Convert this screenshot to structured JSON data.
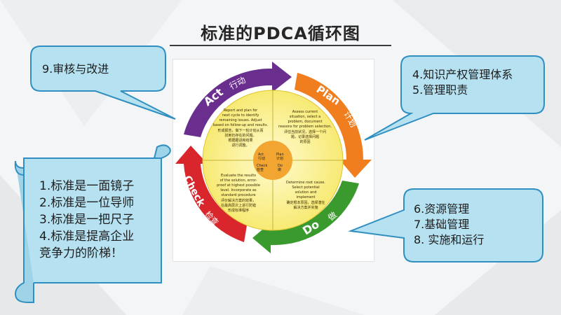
{
  "title": "标准的PDCA循环图",
  "callouts": {
    "top_left": [
      "9.审核与改进"
    ],
    "top_right": [
      "4.知识产权管理体系",
      "5.管理职责"
    ],
    "bottom_right": [
      "6.资源管理",
      "7.基础管理",
      "8. 实施和运行"
    ]
  },
  "scroll": {
    "lines": [
      "1.标准是一面镜子",
      "2.标准是一位导师",
      "3.标准是一把尺子",
      "4.标准是提高企业",
      " 竞争力的阶梯！"
    ]
  },
  "diagram": {
    "act_label": "Act",
    "act_cn": "行动",
    "plan_label": "Plan",
    "plan_cn": "计划",
    "do_label": "Do",
    "do_cn": "做",
    "check_label": "Check",
    "check_cn": "检查",
    "center": {
      "act": "Act",
      "act_cn": "行动",
      "plan": "Plan",
      "plan_cn": "计划",
      "check": "Check",
      "check_cn": "检查",
      "do": "Do",
      "do_cn": "做"
    },
    "quad_act": [
      "Report and plan for",
      "next cycle to identify",
      "remaining issues. Adjust",
      "based on follow-up and results.",
      "形成报告，做下一轮计划从而",
      "找到仍存在的问题。",
      "根据跟进和结果",
      "进行调整。"
    ],
    "quad_plan": [
      "Assess current",
      "situation, select a",
      "problem, document",
      "reasons for problem selection.",
      "评估当前状况，选择一个问",
      "题，记录选择问题",
      "的原因"
    ],
    "quad_check": [
      "Evaluate the results",
      "of the solution, error-",
      "proof at highest possible",
      "level. Incorporate as",
      "standard procedure",
      "评价解决方案的效果，",
      "在最高层次上进行防错",
      "形成标准程序"
    ],
    "quad_do": [
      "Determine root cause.",
      "Select potential",
      "solution and",
      "implement",
      "确定根本原因，选择潜在",
      "解决方案并实施"
    ]
  },
  "colors": {
    "act": "#6a2e8f",
    "plan": "#f07d1e",
    "do": "#3b9a2e",
    "check": "#d8262c",
    "callout_fill": "#b6e1f1",
    "callout_stroke": "#2f8fc0",
    "center_fill": "#f6e36b"
  }
}
